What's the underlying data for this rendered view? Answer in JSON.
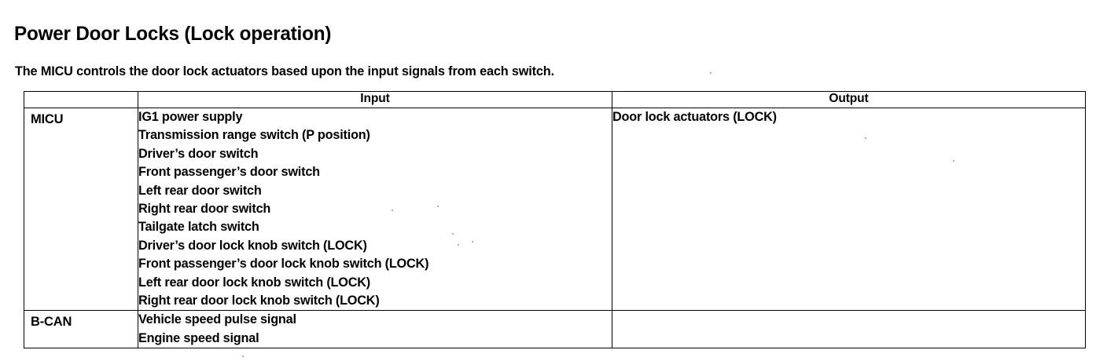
{
  "document": {
    "title": "Power Door Locks (Lock operation)",
    "intro": "The MICU controls the door lock actuators based upon the input signals from each switch."
  },
  "table": {
    "headers": {
      "label": "",
      "input": "Input",
      "output": "Output"
    },
    "rows": [
      {
        "label": "MICU",
        "inputs": [
          "IG1 power supply",
          "Transmission range switch (P position)",
          "Driver’s door switch",
          "Front passenger’s door switch",
          "Left rear door switch",
          "Right rear door switch",
          "Tailgate latch switch",
          "Driver’s door lock knob switch (LOCK)",
          "Front passenger’s door lock knob switch (LOCK)",
          "Left rear door lock knob switch (LOCK)",
          "Right rear door lock knob switch (LOCK)"
        ],
        "outputs": [
          "Door lock actuators (LOCK)"
        ]
      },
      {
        "label": "B-CAN",
        "inputs": [
          "Vehicle speed pulse signal",
          "Engine speed signal"
        ],
        "outputs": []
      }
    ]
  },
  "colors": {
    "ink": "#000000",
    "paper": "#ffffff"
  }
}
